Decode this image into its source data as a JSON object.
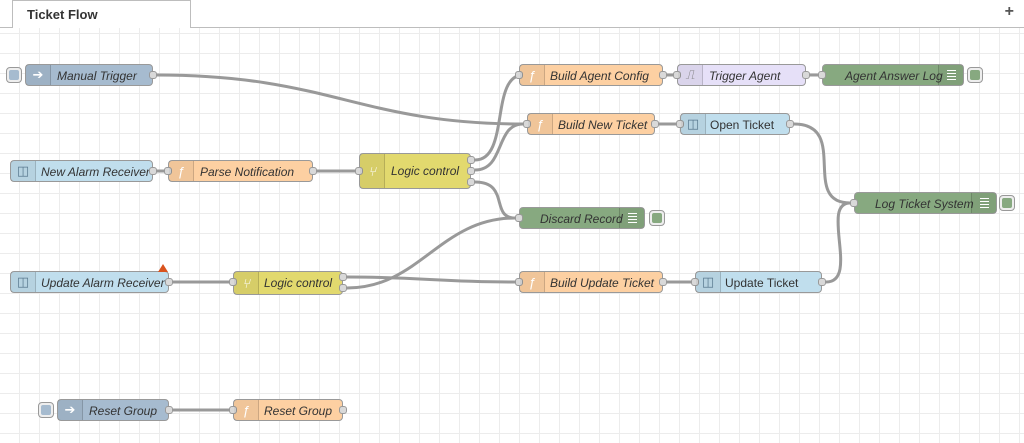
{
  "tab": {
    "title": "Ticket Flow",
    "add_label": "+"
  },
  "nodes": {
    "manual_trigger": "Manual Trigger",
    "new_alarm_receiver": "New Alarm Receiver",
    "parse_notification": "Parse Notification",
    "logic_control_1": "Logic control",
    "build_agent_config": "Build Agent Config",
    "trigger_agent": "Trigger Agent",
    "agent_answer_log": "Agent Answer Log",
    "build_new_ticket": "Build New Ticket",
    "open_ticket": "Open Ticket",
    "log_ticket_system": "Log Ticket System",
    "discard_record": "Discard Record",
    "update_alarm_receiver": "Update Alarm Receiver",
    "logic_control_2": "Logic control",
    "build_update_ticket": "Build Update Ticket",
    "update_ticket": "Update Ticket",
    "reset_group_inject": "Reset Group",
    "reset_group_function": "Reset Group"
  },
  "colors": {
    "inject": "#a6bbcf",
    "function": "#fdd0a2",
    "switch": "#e2d96e",
    "debug": "#87a980",
    "http": "#c0deed",
    "trigger": "#e6e0f8",
    "wire": "#999999",
    "warning": "#d9531e"
  },
  "icons": {
    "inject": "arrow-in-icon",
    "function": "function-icon",
    "switch": "switch-icon",
    "debug": "debug-list-icon",
    "http": "http-in-icon",
    "trigger": "trigger-icon"
  }
}
